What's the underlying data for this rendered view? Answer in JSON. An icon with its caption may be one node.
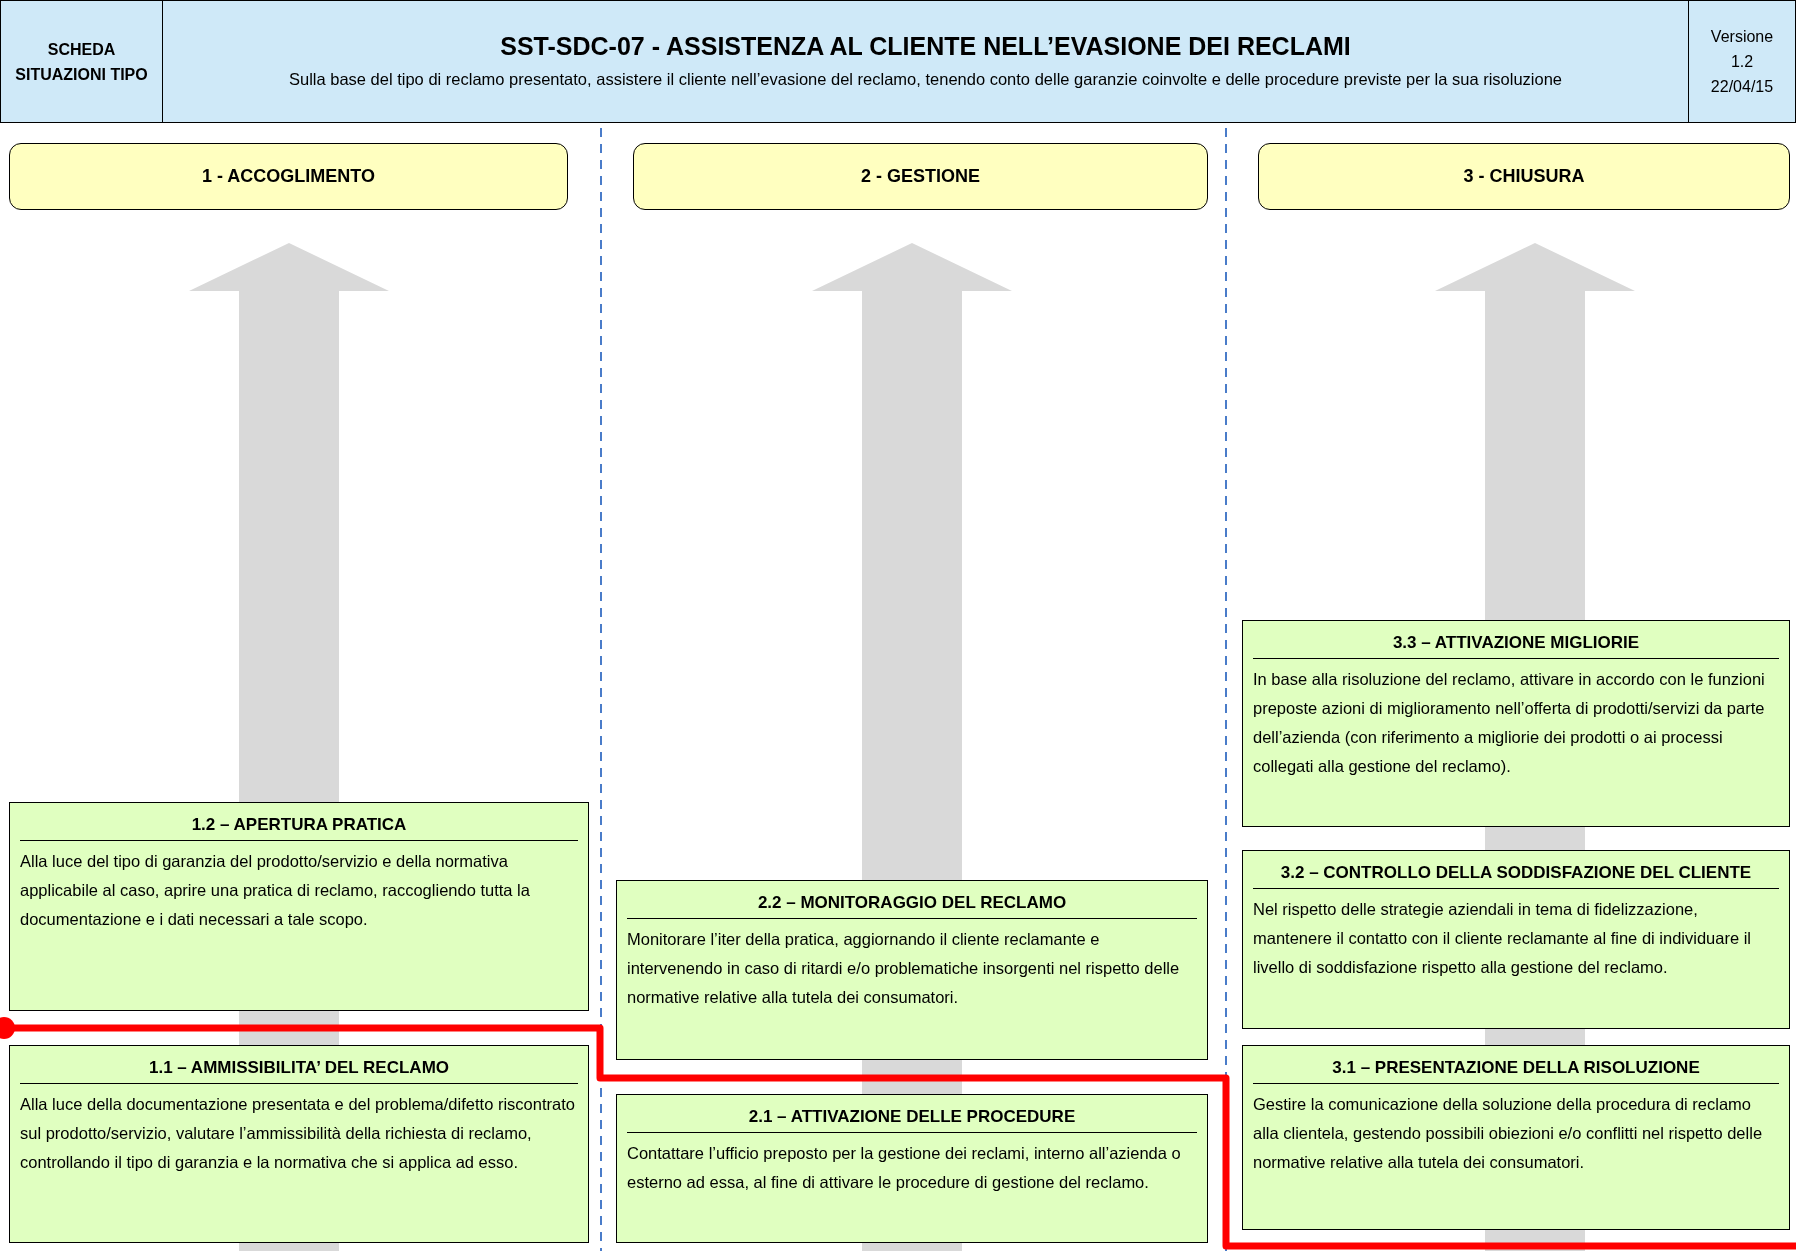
{
  "diagram": {
    "nodes": [
      {
        "text": [
          "SCHEDA SITUAZIONI TIPO"
        ]
      },
      {
        "text": [
          "SST-SDC-07  -  ASSISTENZA AL CLIENTE NELL’EVASIONE DEI RECLAMI",
          "Sulla base del tipo di reclamo presentato, assistere il cliente nell’evasione del reclamo, tenendo conto delle garanzie coinvolte e delle procedure previste per la sua risoluzione"
        ]
      },
      {
        "text": [
          "Versione 1.2 22/04/15"
        ]
      },
      {
        "text": [
          "1 - ACCOGLIMENTO"
        ]
      },
      {
        "text": [
          "2 - GESTIONE"
        ]
      },
      {
        "text": [
          "3 - CHIUSURA"
        ]
      },
      {
        "text": [
          "1.2 – APERTURA PRATICA",
          "Alla luce del tipo di garanzia del prodotto/servizio e della normativa applicabile al caso, aprire una pratica di reclamo, raccogliendo tutta la documentazione e i dati necessari a tale scopo."
        ]
      },
      {
        "text": [
          "1.1 – AMMISSIBILITA’ DEL RECLAMO",
          "Alla luce della documentazione presentata e del problema/difetto riscontrato sul prodotto/servizio, valutare l’ammissibilità della richiesta di reclamo, controllando il tipo di garanzia e la normativa che si applica ad esso."
        ]
      },
      {
        "text": [
          "2.2 – MONITORAGGIO DEL RECLAMO",
          "Monitorare l’iter della pratica, aggiornando il cliente reclamante e intervenendo in caso di ritardi e/o problematiche insorgenti nel rispetto delle normative relative alla tutela dei consumatori."
        ]
      },
      {
        "text": [
          "2.1 – ATTIVAZIONE DELLE PROCEDURE",
          "Contattare l’ufficio preposto per la gestione dei reclami, interno all’azienda o esterno ad essa, al fine di attivare le procedure di gestione del reclamo."
        ]
      },
      {
        "text": [
          "3.3 – ATTIVAZIONE MIGLIORIE",
          "In base alla risoluzione del reclamo, attivare in accordo con le funzioni preposte azioni di miglioramento nell’offerta di prodotti/servizi da parte dell’azienda (con riferimento a migliorie dei prodotti o ai processi collegati alla gestione del reclamo)."
        ]
      },
      {
        "text": [
          "3.2 – CONTROLLO DELLA SODDISFAZIONE DEL CLIENTE",
          "Nel rispetto delle strategie aziendali in tema di fidelizzazione, mantenere il contatto con il cliente reclamante al fine di individuare il livello di soddisfazione rispetto alla gestione del reclamo."
        ]
      },
      {
        "text": [
          "3.1 – PRESENTAZIONE DELLA RISOLUZIONE",
          "Gestire la comunicazione della soluzione della procedura di reclamo alla clientela, gestendo possibili obiezioni e/o conflitti nel rispetto delle normative relative alla tutela dei consumatori."
        ]
      }
    ]
  }
}
